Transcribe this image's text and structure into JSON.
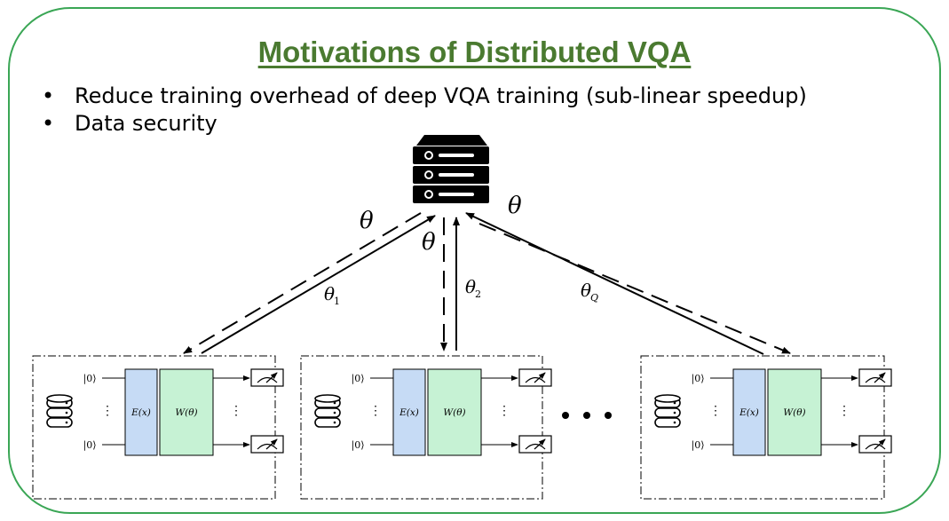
{
  "title": "Motivations of Distributed VQA",
  "bullets": [
    "Reduce training overhead of deep VQA training (sub-linear speedup)",
    "Data security"
  ],
  "labels": {
    "theta": "θ",
    "theta_sub_1": "1",
    "theta_sub_2": "2",
    "theta_sub_q": "Q"
  },
  "circuit": {
    "ket0": "|0⟩",
    "encoder": "E(x)",
    "ansatz": "W(θ)",
    "vdots": "⋮"
  },
  "ellipsis": "• • •",
  "colors": {
    "frame": "#3aa655",
    "title": "#4a7a30",
    "encoder_fill": "#c6dbf5",
    "ansatz_fill": "#c6f2d4"
  }
}
